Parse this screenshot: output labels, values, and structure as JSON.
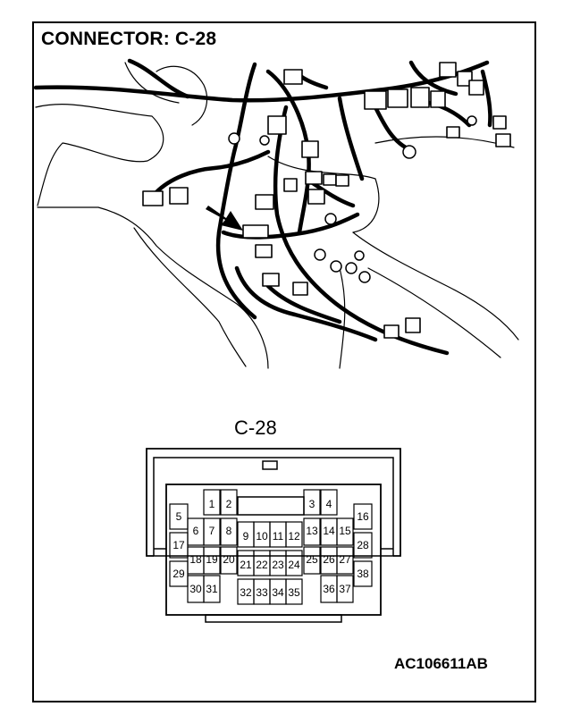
{
  "title": "CONNECTOR: C-28",
  "connector": {
    "label": "C-28",
    "pins_row1": [
      "1",
      "2",
      "3",
      "4"
    ],
    "pins_row2": [
      "5",
      "16"
    ],
    "pins_row3": [
      "6",
      "7",
      "8",
      "9",
      "10",
      "11",
      "12",
      "13",
      "14",
      "15"
    ],
    "pins_row4": [
      "17",
      "28"
    ],
    "pins_row5": [
      "18",
      "19",
      "20",
      "21",
      "22",
      "23",
      "24",
      "25",
      "26",
      "27"
    ],
    "pins_row6": [
      "29",
      "38"
    ],
    "pins_row7": [
      "30",
      "31",
      "32",
      "33",
      "34",
      "35",
      "36",
      "37"
    ]
  },
  "figure_code": "AC106611AB",
  "colors": {
    "line": "#000000",
    "background": "#ffffff"
  }
}
